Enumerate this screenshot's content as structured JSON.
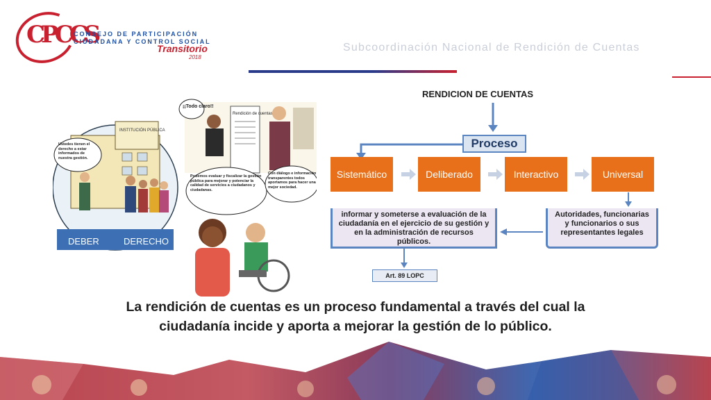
{
  "header": {
    "logo_letters": "CPCCS",
    "org_line1": "CONSEJO DE PARTICIPACIÓN",
    "org_line2": "CIUDADANA Y CONTROL SOCIAL",
    "transitorio": "Transitorio",
    "year": "2018",
    "subtitle": "Subcoordinación Nacional de Rendición de Cuentas"
  },
  "illustration": {
    "bubble_left": "Ustedes tienen el derecho a estar informados de nuestra gestión.",
    "bubble_todo": "¡¡Todo claro!!",
    "bubble_woman": "Podemos evaluar y fiscalizar la gestión pública para mejorar y potenciar la calidad de servicios a ciudadanos y ciudadanas.",
    "bubble_man": "Con diálogo e información transparentes todos aportamos para hacer una mejor sociedad.",
    "building_sign": "INSTITUCIÓN PÚBLICA",
    "board_title": "Rendición de cuentas",
    "label_deber": "DEBER",
    "label_derecho": "DERECHO"
  },
  "diagram": {
    "title": "RENDICION DE CUENTAS",
    "process": "Proceso",
    "steps": [
      "Sistemático",
      "Deliberado",
      "Interactivo",
      "Universal"
    ],
    "left_box": "informar y someterse a evaluación de la ciudadanía en el ejercicio de su gestión y en la administración de recursos públicos.",
    "right_box": "Autoridades, funcionarias y funcionarios o sus representantes legales",
    "reference": "Art. 89 LOPC"
  },
  "main_text": {
    "line1": "La rendición de cuentas es un proceso fundamental a través del cual la",
    "line2": "ciudadanía incide y aporta a mejorar la gestión de lo público."
  },
  "colors": {
    "orange": "#e8701a",
    "blue": "#5b85c0",
    "brand_blue": "#1d4fa3",
    "brand_red": "#c8202e"
  }
}
